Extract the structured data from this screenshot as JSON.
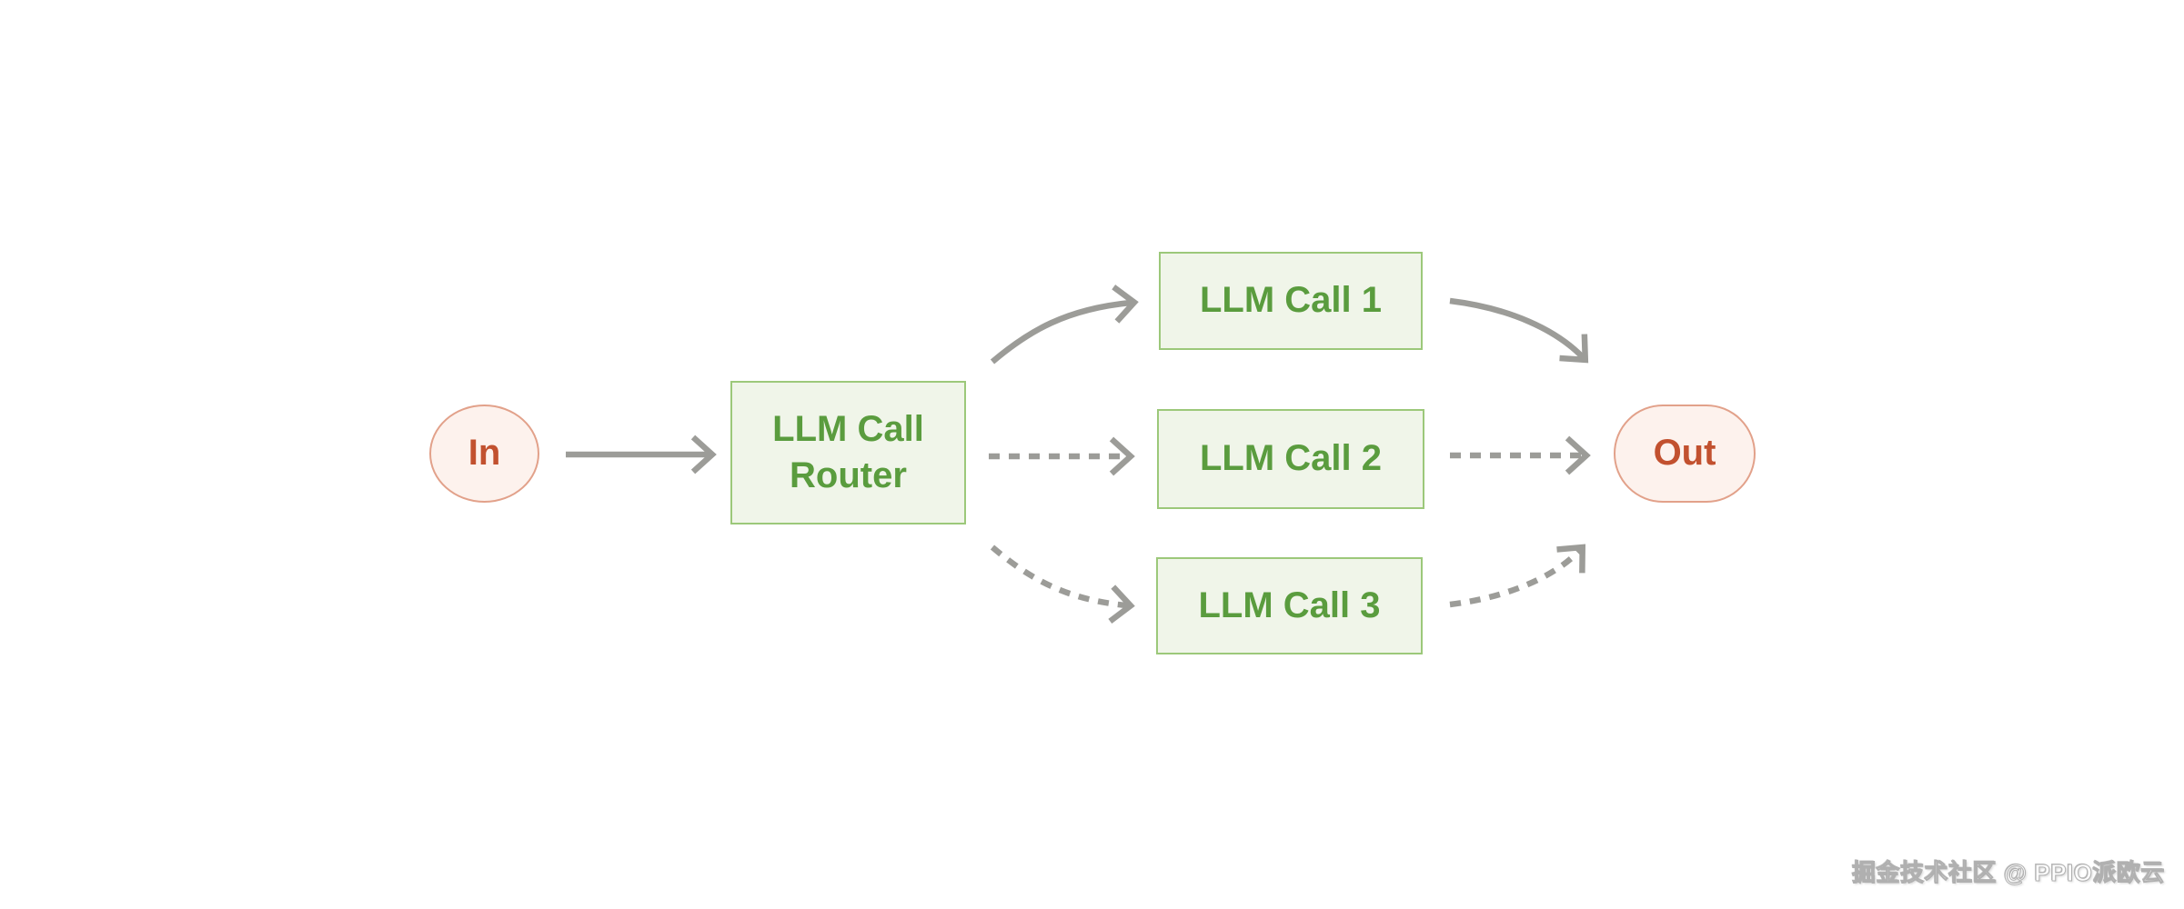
{
  "colors": {
    "canvas_bg": "#ffffff",
    "green_fill": "#f0f5e9",
    "green_border": "#9cc87a",
    "green_text": "#5a9c3e",
    "pink_fill": "#fdf2ed",
    "pink_border": "#e2a18a",
    "red_text": "#c2512f",
    "arrow_gray": "#9c9c98",
    "watermark_gray": "#b0b0b0"
  },
  "diagram": {
    "type": "flowchart",
    "nodes": {
      "in": {
        "label": "In",
        "shape": "oval"
      },
      "router": {
        "label": "LLM Call Router",
        "shape": "rect"
      },
      "call1": {
        "label": "LLM Call 1",
        "shape": "rect"
      },
      "call2": {
        "label": "LLM Call 2",
        "shape": "rect"
      },
      "call3": {
        "label": "LLM Call 3",
        "shape": "rect"
      },
      "out": {
        "label": "Out",
        "shape": "pill"
      }
    },
    "edges": [
      {
        "from": "in",
        "to": "router",
        "style": "solid"
      },
      {
        "from": "router",
        "to": "call1",
        "style": "solid"
      },
      {
        "from": "router",
        "to": "call2",
        "style": "dashed"
      },
      {
        "from": "router",
        "to": "call3",
        "style": "dashed"
      },
      {
        "from": "call1",
        "to": "out",
        "style": "solid"
      },
      {
        "from": "call2",
        "to": "out",
        "style": "dashed"
      },
      {
        "from": "call3",
        "to": "out",
        "style": "dashed"
      }
    ]
  },
  "watermark": {
    "text": "掘金技术社区 @ PPIO派欧云"
  }
}
